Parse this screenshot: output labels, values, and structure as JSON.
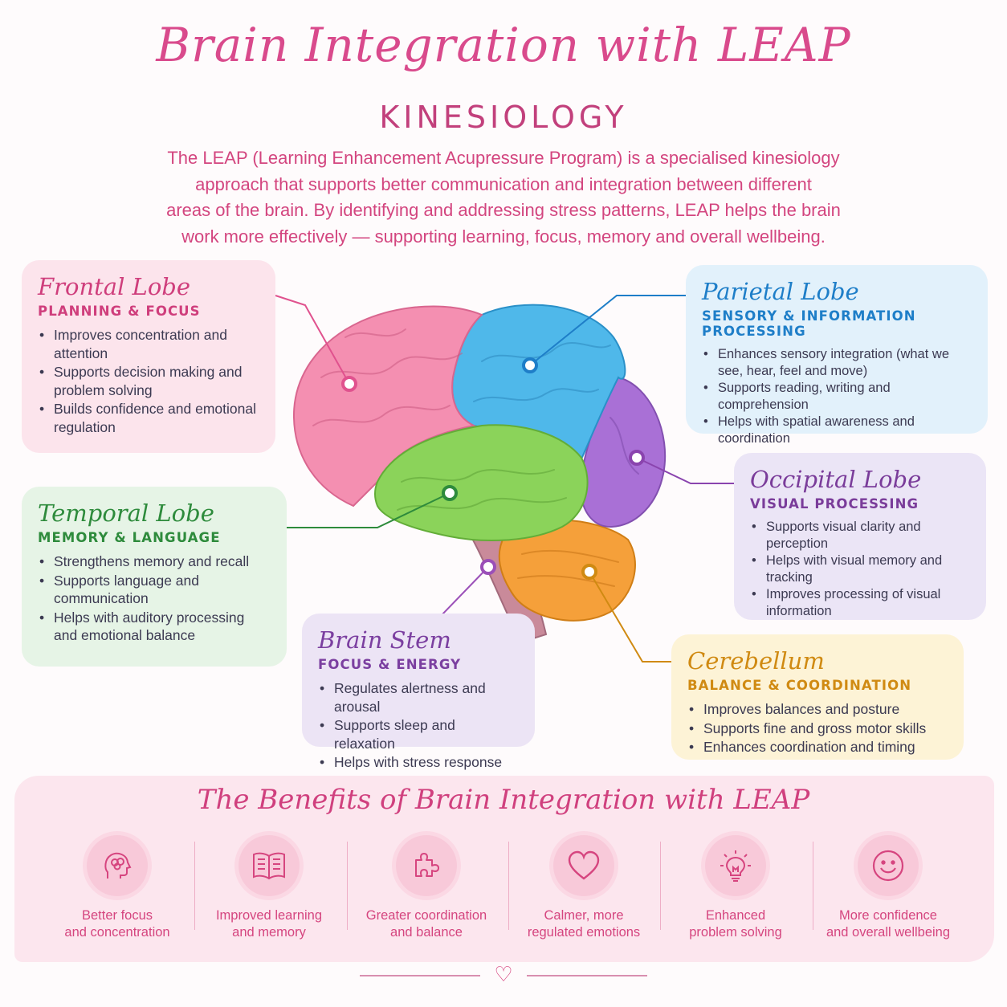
{
  "header": {
    "title": "Brain Integration with LEAP",
    "subtitle": "KINESIOLOGY",
    "intro_lines": [
      "The LEAP (Learning Enhancement Acupressure Program) is a specialised kinesiology",
      "approach that supports better communication and integration between different",
      "areas of the brain. By identifying and addressing stress patterns, LEAP helps the brain",
      "work more effectively — supporting learning, focus, memory and overall wellbeing."
    ]
  },
  "lobes": {
    "frontal": {
      "name": "Frontal Lobe",
      "tagline": "PLANNING & FOCUS",
      "color": "#f48fb1",
      "points": [
        "Improves concentration and attention",
        "Supports decision making and problem solving",
        "Builds confidence and emotional regulation"
      ]
    },
    "temporal": {
      "name": "Temporal Lobe",
      "tagline": "MEMORY & LANGUAGE",
      "color": "#8bd35a",
      "points": [
        "Strengthens memory and recall",
        "Supports language and communication",
        "Helps with auditory processing and emotional balance"
      ]
    },
    "stem": {
      "name": "Brain Stem",
      "tagline": "FOCUS & ENERGY",
      "color": "#c98a9a",
      "points": [
        "Regulates alertness and arousal",
        "Supports sleep and relaxation",
        "Helps with stress response"
      ]
    },
    "parietal": {
      "name": "Parietal Lobe",
      "tagline": "SENSORY & INFORMATION PROCESSING",
      "color": "#4fb8ea",
      "points": [
        "Enhances sensory integration (what we see, hear, feel and move)",
        "Supports reading, writing and comprehension",
        "Helps with spatial awareness and coordination"
      ]
    },
    "occipital": {
      "name": "Occipital Lobe",
      "tagline": "VISUAL PROCESSING",
      "color": "#a970d6",
      "points": [
        "Supports visual clarity and perception",
        "Helps with visual memory and tracking",
        "Improves processing of visual information"
      ]
    },
    "cerebellum": {
      "name": "Cerebellum",
      "tagline": "BALANCE & COORDINATION",
      "color": "#f5a03a",
      "points": [
        "Improves balances and posture",
        "Supports fine and gross motor skills",
        "Enhances coordination and timing"
      ]
    }
  },
  "benefits": {
    "title": "The Benefits of Brain Integration with LEAP",
    "items": [
      {
        "icon": "head-brain-icon",
        "line1": "Better focus",
        "line2": "and concentration"
      },
      {
        "icon": "open-book-icon",
        "line1": "Improved learning",
        "line2": "and memory"
      },
      {
        "icon": "puzzle-piece-icon",
        "line1": "Greater coordination",
        "line2": "and balance"
      },
      {
        "icon": "heart-icon",
        "line1": "Calmer, more",
        "line2": "regulated emotions"
      },
      {
        "icon": "lightbulb-icon",
        "line1": "Enhanced",
        "line2": "problem solving"
      },
      {
        "icon": "smiley-face-icon",
        "line1": "More confidence",
        "line2": "and overall wellbeing"
      }
    ]
  }
}
